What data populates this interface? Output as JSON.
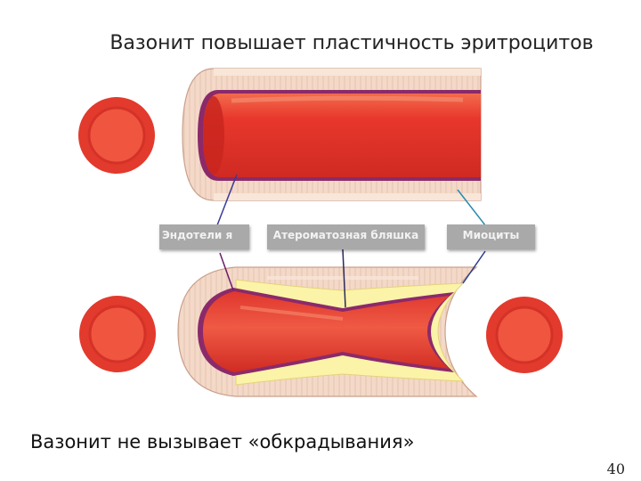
{
  "title": "Вазонит повышает пластичность эритроцитов",
  "subtitle": "Вазонит не вызывает «обкрадывания»",
  "page_number": "40",
  "labels": {
    "endothelium": "Эндотели я",
    "plaque": "Атероматозная бляшка",
    "myocytes": "Миоциты"
  },
  "colors": {
    "blood_red": "#e8372c",
    "vessel_wall": "#f3d6c3",
    "plaque_yellow": "#fbf3a8",
    "endothelium_purple": "#8b2a6a",
    "label_gray": "#a9a9a9"
  }
}
